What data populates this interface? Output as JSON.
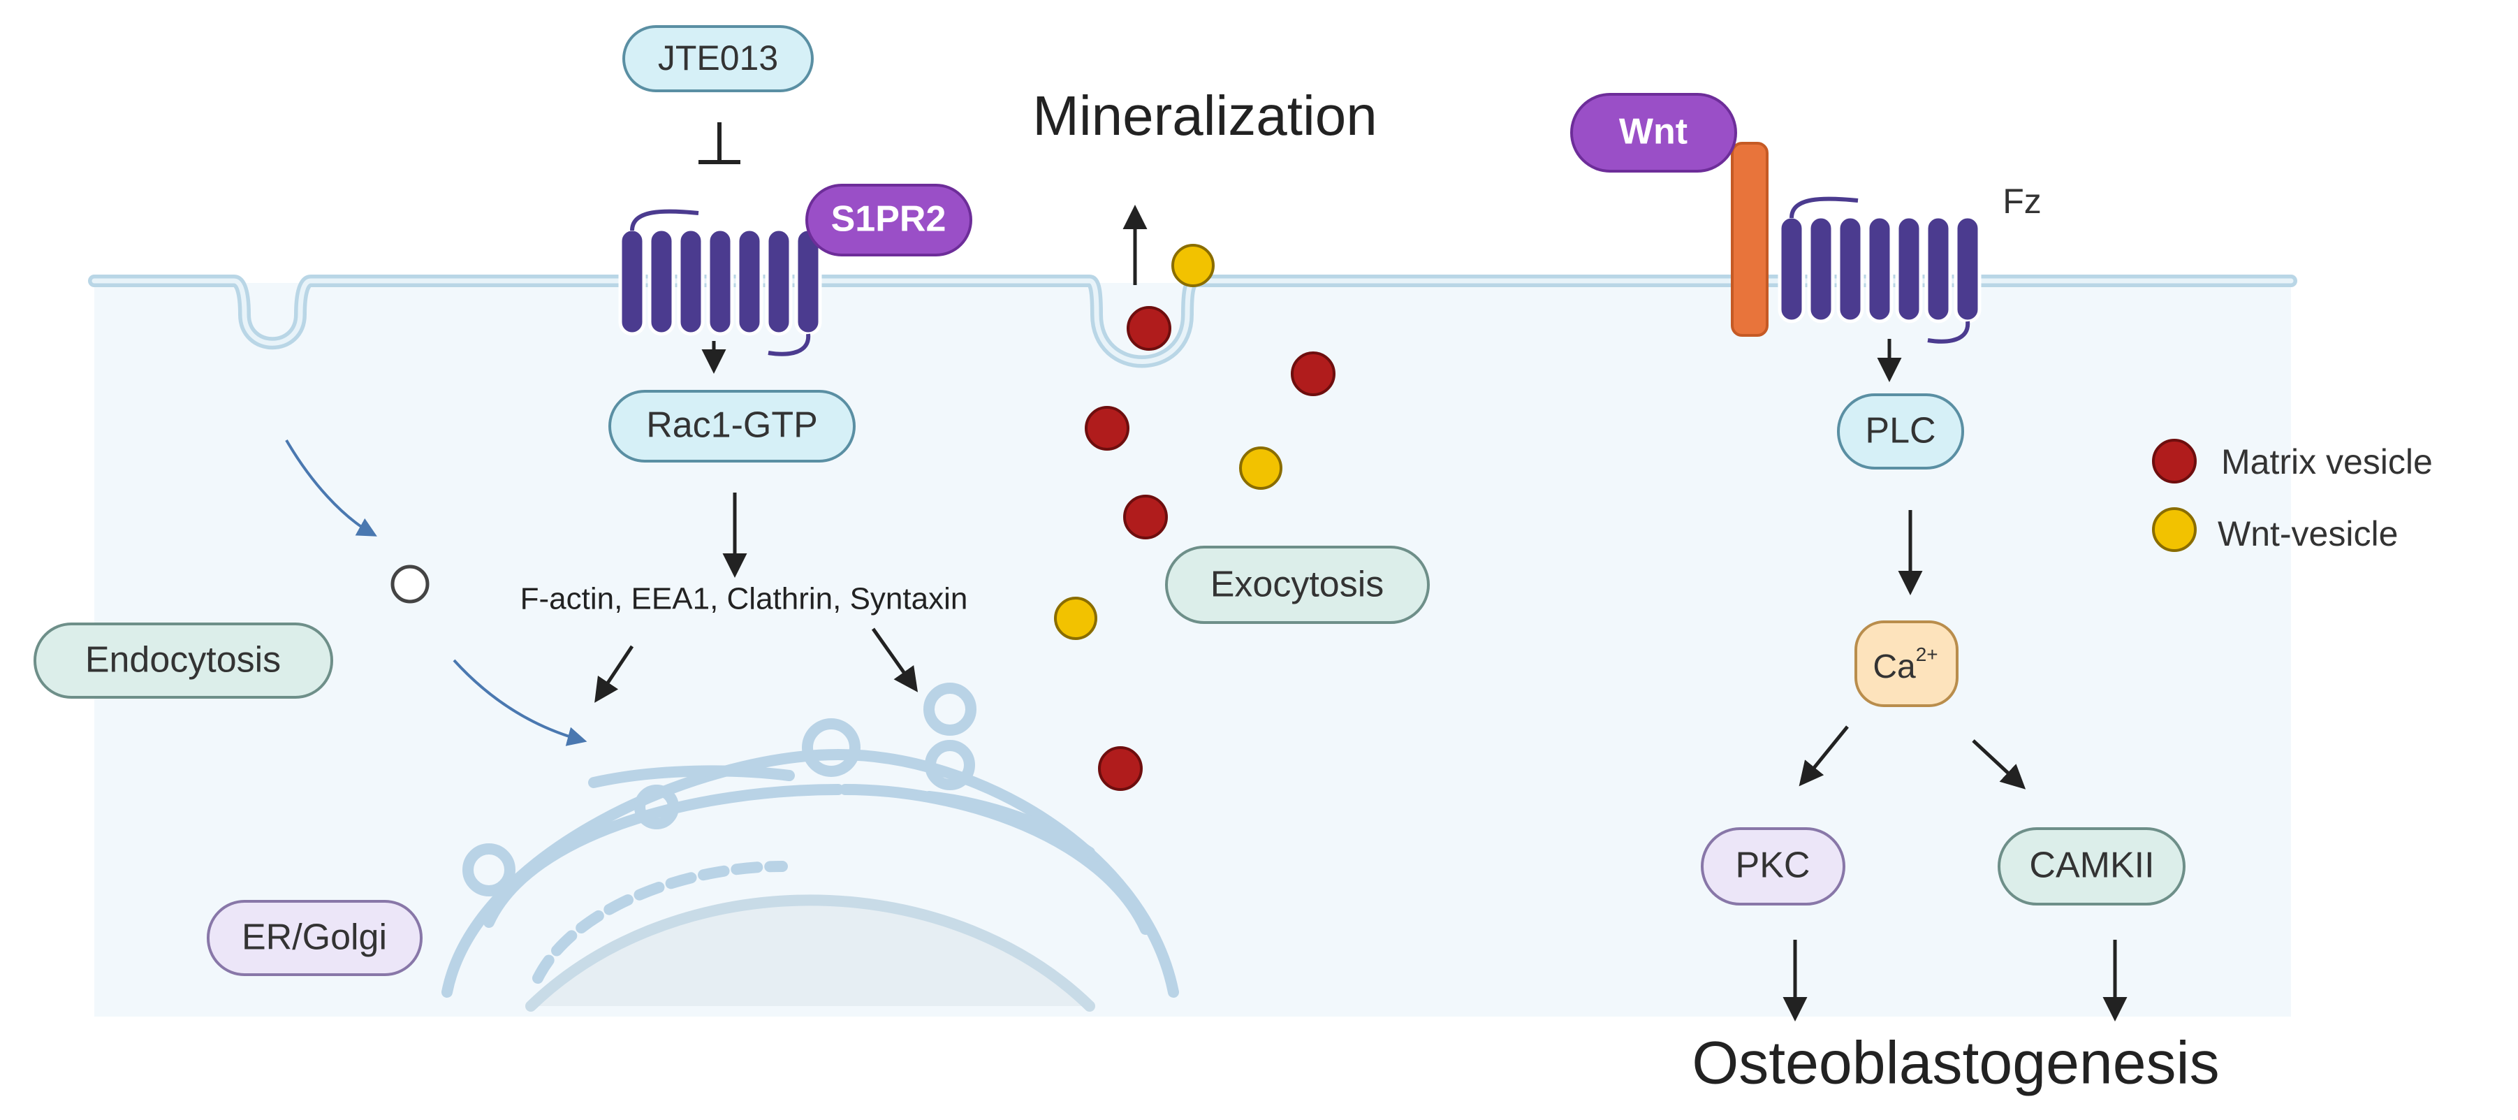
{
  "labels": {
    "jte013": "JTE013",
    "s1pr2": "S1PR2",
    "rac1": "Rac1-GTP",
    "proteins": "F-actin, EEA1, Clathrin, Syntaxin",
    "endocytosis": "Endocytosis",
    "er_golgi": "ER/Golgi",
    "mineralization": "Mineralization",
    "exocytosis": "Exocytosis",
    "wnt": "Wnt",
    "fz": "Fz",
    "plc": "PLC",
    "ca": "Ca",
    "ca_sup": "2+",
    "pkc": "PKC",
    "camkii": "CAMKII",
    "osteoblastogenesis": "Osteoblastogenesis"
  },
  "legend": {
    "matrix_vesicle": "Matrix vesicle",
    "wnt_vesicle": "Wnt-vesicle"
  },
  "colors": {
    "membrane": "#b9d6e6",
    "cytoplasm": "#f2f8fc",
    "receptor": "#4b3b8f",
    "purple_label": "#9a4fc7",
    "blue_pill": "#d6f0f7",
    "teal_pill": "#dceeea",
    "lavender_pill": "#ece6f8",
    "ca_pill": "#fde3bc",
    "matrix_vesicle": "#b01c1c",
    "wnt_vesicle": "#f2c200",
    "wnt_rod": "#e8743b"
  }
}
